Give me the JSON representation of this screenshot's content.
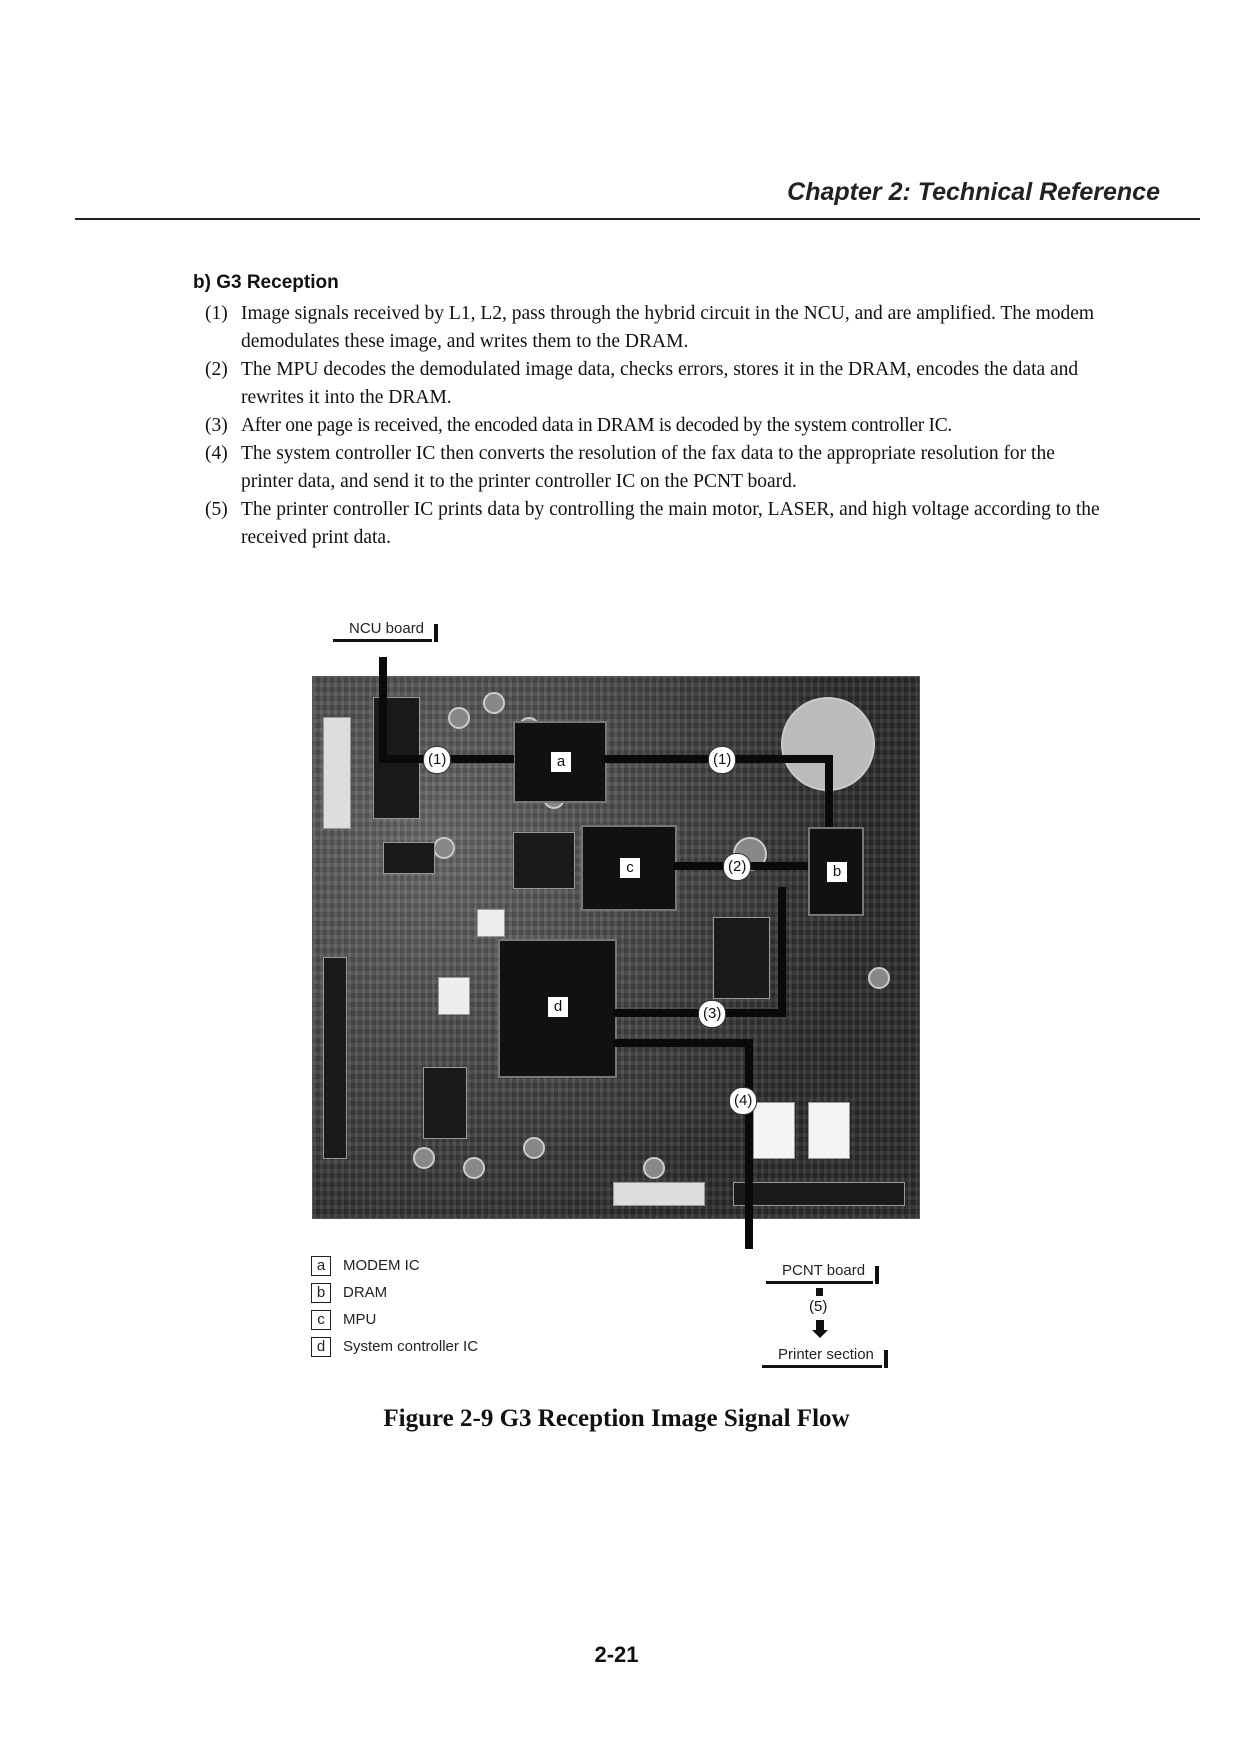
{
  "header": {
    "chapter": "Chapter 2: Technical Reference"
  },
  "section": {
    "title": "b) G3 Reception",
    "steps": [
      {
        "num": "(1)",
        "text": "Image signals received by L1, L2, pass through the hybrid circuit in the NCU, and are amplified. The modem demodulates these image, and writes them to the DRAM."
      },
      {
        "num": "(2)",
        "text": "The MPU decodes the demodulated image data, checks errors, stores it in the DRAM, encodes the data and rewrites it into the DRAM."
      },
      {
        "num": "(3)",
        "text": "After one page is received, the encoded data in DRAM is decoded by the system controller IC."
      },
      {
        "num": "(4)",
        "text": "The system controller IC then converts the resolution of the fax data to the appropriate resolution for the printer data, and send it to the printer controller IC on the PCNT board."
      },
      {
        "num": "(5)",
        "text": "The printer controller IC prints data by controlling the main motor, LASER, and high voltage according to the received print data."
      }
    ]
  },
  "figure": {
    "callouts": {
      "ncu": "NCU board",
      "pcnt": "PCNT board",
      "printer": "Printer section",
      "step5": "(5)"
    },
    "flow_labels": [
      "(1)",
      "(1)",
      "(2)",
      "(3)",
      "(4)"
    ],
    "chip_labels": {
      "a": "a",
      "b": "b",
      "c": "c",
      "d": "d"
    },
    "legend": [
      {
        "key": "a",
        "label": "MODEM IC"
      },
      {
        "key": "b",
        "label": "DRAM"
      },
      {
        "key": "c",
        "label": "MPU"
      },
      {
        "key": "d",
        "label": "System controller IC"
      }
    ],
    "caption": "Figure 2-9 G3 Reception Image Signal Flow"
  },
  "footer": {
    "page": "2-21"
  }
}
